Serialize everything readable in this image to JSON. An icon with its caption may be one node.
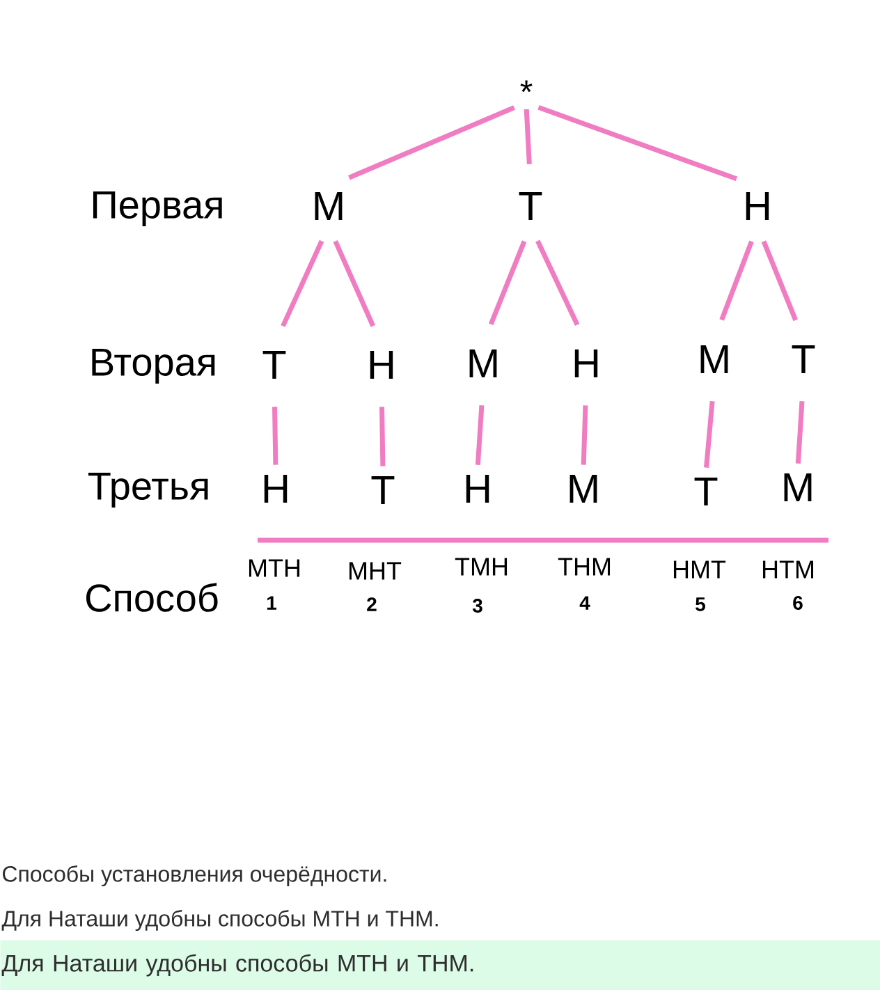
{
  "diagram": {
    "caption": "Способы установления очерёдности.",
    "nodes": [
      {
        "text": [
          "*"
        ]
      },
      {
        "text": [
          "М"
        ]
      },
      {
        "text": [
          "Т"
        ]
      },
      {
        "text": [
          "Н"
        ]
      },
      {
        "text": [
          "Т"
        ]
      },
      {
        "text": [
          "Н"
        ]
      },
      {
        "text": [
          "М"
        ]
      },
      {
        "text": [
          "Н"
        ]
      },
      {
        "text": [
          "М"
        ]
      },
      {
        "text": [
          "Т"
        ]
      },
      {
        "text": [
          "Н"
        ]
      },
      {
        "text": [
          "Т"
        ]
      },
      {
        "text": [
          "Н"
        ]
      },
      {
        "text": [
          "М"
        ]
      },
      {
        "text": [
          "Т"
        ]
      },
      {
        "text": [
          "М"
        ]
      },
      {
        "text": [
          "Для Наташи удобны способы МТН и ТНМ."
        ]
      }
    ],
    "edges": [
      {
        "from": 0,
        "to": 1,
        "arrow": "none"
      },
      {
        "from": 0,
        "to": 2,
        "arrow": "none"
      },
      {
        "from": 0,
        "to": 3,
        "arrow": "none"
      },
      {
        "from": 1,
        "to": 4,
        "arrow": "none"
      },
      {
        "from": 1,
        "to": 5,
        "arrow": "none"
      },
      {
        "from": 2,
        "to": 6,
        "arrow": "none"
      },
      {
        "from": 2,
        "to": 7,
        "arrow": "none"
      },
      {
        "from": 3,
        "to": 8,
        "arrow": "none"
      },
      {
        "from": 3,
        "to": 9,
        "arrow": "none"
      },
      {
        "from": 4,
        "to": 10,
        "arrow": "none"
      },
      {
        "from": 5,
        "to": 11,
        "arrow": "none"
      },
      {
        "from": 6,
        "to": 12,
        "arrow": "none"
      },
      {
        "from": 7,
        "to": 13,
        "arrow": "none"
      },
      {
        "from": 8,
        "to": 14,
        "arrow": "none"
      },
      {
        "from": 9,
        "to": 15,
        "arrow": "none"
      }
    ],
    "labels": [
      "Первая",
      "Вторая",
      "Третья",
      "Способ",
      "МТН",
      "МНТ",
      "ТМН",
      "ТНМ",
      "НМТ",
      "НТМ",
      "1",
      "2",
      "3",
      "4",
      "5",
      "6",
      "Для Наташи удобны способы МТН и ТНМ."
    ]
  }
}
